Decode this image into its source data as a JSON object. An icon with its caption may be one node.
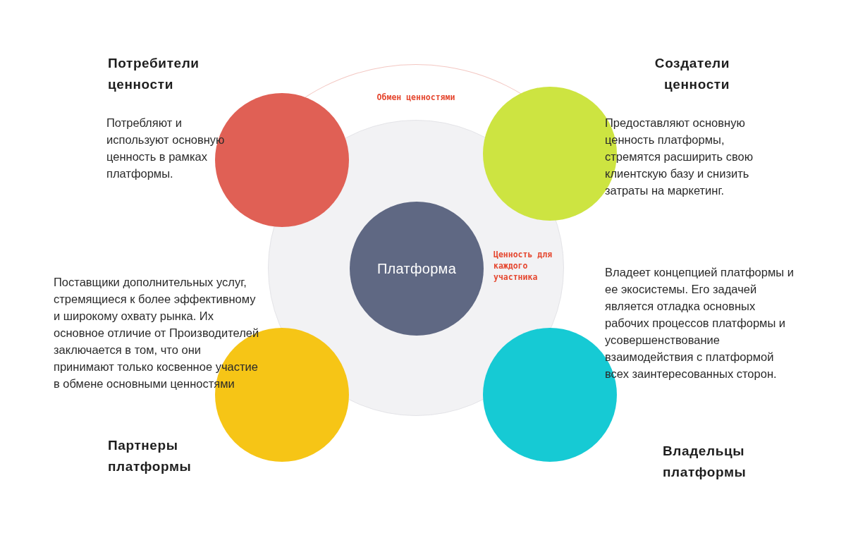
{
  "diagram": {
    "nodes": [
      {
        "text": [
          "Потребители ценности",
          "Потребляют и используют основную ценность в рамках платформы."
        ]
      },
      {
        "text": [
          "Создатели ценности",
          "Предоставляют основную ценность платформы, стремятся расширить свою клиентскую базу и снизить затраты на маркетинг."
        ]
      },
      {
        "text": [
          "Ценность для каждого участника"
        ]
      },
      {
        "text": [
          "Платформа"
        ],
        "in": 2
      },
      {
        "text": [
          "Поставщики дополнительных услуг, стремящиеся к более эффективному и широкому охвату рынка. Их основное отличие от Производителей заключается в том, что они принимают только косвенное участие в обмене основными ценностями",
          "Партнеры платформы"
        ]
      },
      {
        "text": [
          "Владеет концепцией платформы и ее экосистемы. Его задачей является отладка основных рабочих процессов платформы и усовершенствование взаимодействия с платформой всех заинтересованных сторон.",
          "Владельцы платформы"
        ]
      },
      {
        "text": [
          "Обмен ценностями"
        ]
      }
    ]
  }
}
